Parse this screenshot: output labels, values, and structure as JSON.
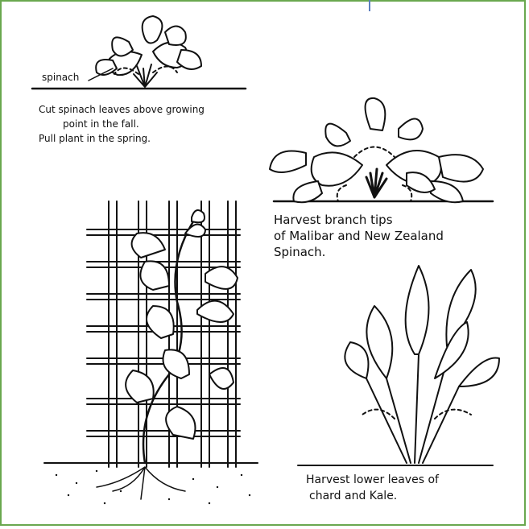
{
  "colors": {
    "frame": "#6aa84f",
    "ink": "#111111",
    "marker": "#5b7fbf"
  },
  "labels": {
    "spinach": "spinach",
    "spinach_note_1": "Cut spinach leaves above growing",
    "spinach_note_2": "point in the fall.",
    "spinach_note_3": "Pull plant in the spring.",
    "malabar_note_1": "Harvest branch tips",
    "malabar_note_2": "of Malibar and New Zealand",
    "malabar_note_3": "Spinach.",
    "chard_note_1": "Harvest lower leaves of",
    "chard_note_2": "chard and Kale."
  },
  "illustrations": [
    "spinach-plant",
    "malabar-spinach-plant",
    "trellis-vine-plant",
    "chard-plant"
  ]
}
